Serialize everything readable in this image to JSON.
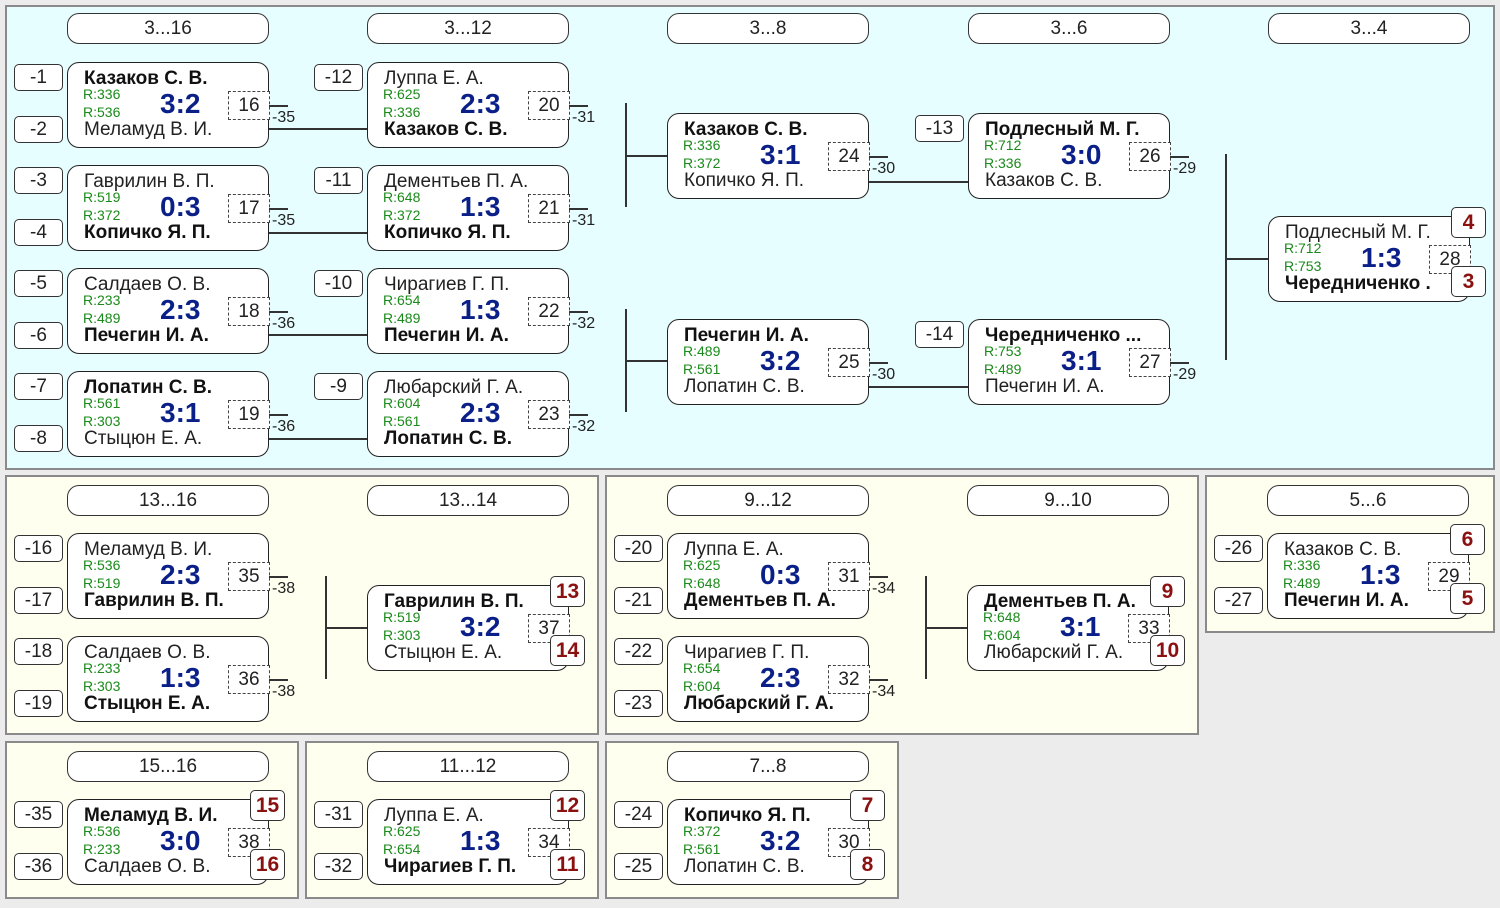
{
  "headers": [
    "3...16",
    "3...12",
    "3...8",
    "3...6",
    "3...4",
    "13...16",
    "13...14",
    "9...12",
    "9...10",
    "5...6",
    "15...16",
    "11...12",
    "7...8"
  ],
  "matches": [
    {
      "p1": "Казаков С. В.",
      "r1": "R:336",
      "p2": "Меламуд В. И.",
      "r2": "R:536",
      "score": "3:2",
      "num": "16",
      "winner": 1,
      "src1": "-1",
      "src2": "-2",
      "loser": "-35"
    },
    {
      "p1": "Гаврилин В. П.",
      "r1": "R:519",
      "p2": "Копичко Я. П.",
      "r2": "R:372",
      "score": "0:3",
      "num": "17",
      "winner": 2,
      "src1": "-3",
      "src2": "-4",
      "loser": "-35"
    },
    {
      "p1": "Салдаев О. В.",
      "r1": "R:233",
      "p2": "Печегин И. А.",
      "r2": "R:489",
      "score": "2:3",
      "num": "18",
      "winner": 2,
      "src1": "-5",
      "src2": "-6",
      "loser": "-36"
    },
    {
      "p1": "Лопатин С. В.",
      "r1": "R:561",
      "p2": "Стыцюн Е. А.",
      "r2": "R:303",
      "score": "3:1",
      "num": "19",
      "winner": 1,
      "src1": "-7",
      "src2": "-8",
      "loser": "-36"
    },
    {
      "p1": "Луппа Е. А.",
      "r1": "R:625",
      "p2": "Казаков С. В.",
      "r2": "R:336",
      "score": "2:3",
      "num": "20",
      "winner": 2,
      "src1": "-12",
      "loser": "-31"
    },
    {
      "p1": "Дементьев П. А.",
      "r1": "R:648",
      "p2": "Копичко Я. П.",
      "r2": "R:372",
      "score": "1:3",
      "num": "21",
      "winner": 2,
      "src1": "-11",
      "loser": "-31"
    },
    {
      "p1": "Чирагиев Г. П.",
      "r1": "R:654",
      "p2": "Печегин И. А.",
      "r2": "R:489",
      "score": "1:3",
      "num": "22",
      "winner": 2,
      "src1": "-10",
      "loser": "-32"
    },
    {
      "p1": "Любарский Г. А.",
      "r1": "R:604",
      "p2": "Лопатин С. В.",
      "r2": "R:561",
      "score": "2:3",
      "num": "23",
      "winner": 2,
      "src1": "-9",
      "loser": "-32"
    },
    {
      "p1": "Казаков С. В.",
      "r1": "R:336",
      "p2": "Копичко Я. П.",
      "r2": "R:372",
      "score": "3:1",
      "num": "24",
      "winner": 1,
      "loser": "-30"
    },
    {
      "p1": "Печегин И. А.",
      "r1": "R:489",
      "p2": "Лопатин С. В.",
      "r2": "R:561",
      "score": "3:2",
      "num": "25",
      "winner": 1,
      "loser": "-30"
    },
    {
      "p1": "Подлесный М. Г.",
      "r1": "R:712",
      "p2": "Казаков С. В.",
      "r2": "R:336",
      "score": "3:0",
      "num": "26",
      "winner": 1,
      "src1": "-13",
      "loser": "-29"
    },
    {
      "p1": "Чередниченко ...",
      "r1": "R:753",
      "p2": "Печегин И. А.",
      "r2": "R:489",
      "score": "3:1",
      "num": "27",
      "winner": 1,
      "src1": "-14",
      "loser": "-29"
    },
    {
      "p1": "Подлесный М. Г.",
      "r1": "R:712",
      "p2": "Чередниченко .",
      "r2": "R:753",
      "score": "1:3",
      "num": "28",
      "winner": 2,
      "place1": "4",
      "place2": "3"
    },
    {
      "p1": "Меламуд В. И.",
      "r1": "R:536",
      "p2": "Гаврилин В. П.",
      "r2": "R:519",
      "score": "2:3",
      "num": "35",
      "winner": 2,
      "src1": "-16",
      "src2": "-17",
      "loser": "-38"
    },
    {
      "p1": "Салдаев О. В.",
      "r1": "R:233",
      "p2": "Стыцюн Е. А.",
      "r2": "R:303",
      "score": "1:3",
      "num": "36",
      "winner": 2,
      "src1": "-18",
      "src2": "-19",
      "loser": "-38"
    },
    {
      "p1": "Гаврилин В. П.",
      "r1": "R:519",
      "p2": "Стыцюн Е. А.",
      "r2": "R:303",
      "score": "3:2",
      "num": "37",
      "winner": 1,
      "place1": "13",
      "place2": "14"
    },
    {
      "p1": "Луппа Е. А.",
      "r1": "R:625",
      "p2": "Дементьев П. А.",
      "r2": "R:648",
      "score": "0:3",
      "num": "31",
      "winner": 2,
      "src1": "-20",
      "src2": "-21",
      "loser": "-34"
    },
    {
      "p1": "Чирагиев Г. П.",
      "r1": "R:654",
      "p2": "Любарский Г. А.",
      "r2": "R:604",
      "score": "2:3",
      "num": "32",
      "winner": 2,
      "src1": "-22",
      "src2": "-23",
      "loser": "-34"
    },
    {
      "p1": "Дементьев П. А.",
      "r1": "R:648",
      "p2": "Любарский Г. А.",
      "r2": "R:604",
      "score": "3:1",
      "num": "33",
      "winner": 1,
      "place1": "9",
      "place2": "10"
    },
    {
      "p1": "Казаков С. В.",
      "r1": "R:336",
      "p2": "Печегин И. А.",
      "r2": "R:489",
      "score": "1:3",
      "num": "29",
      "winner": 2,
      "src1": "-26",
      "src2": "-27",
      "place1": "6",
      "place2": "5"
    },
    {
      "p1": "Меламуд В. И.",
      "r1": "R:536",
      "p2": "Салдаев О. В.",
      "r2": "R:233",
      "score": "3:0",
      "num": "38",
      "winner": 1,
      "src1": "-35",
      "src2": "-36",
      "place1": "15",
      "place2": "16"
    },
    {
      "p1": "Луппа Е. А.",
      "r1": "R:625",
      "p2": "Чирагиев Г. П.",
      "r2": "R:654",
      "score": "1:3",
      "num": "34",
      "winner": 2,
      "src1": "-31",
      "src2": "-32",
      "place1": "12",
      "place2": "11"
    },
    {
      "p1": "Копичко Я. П.",
      "r1": "R:372",
      "p2": "Лопатин С. В.",
      "r2": "R:561",
      "score": "3:2",
      "num": "30",
      "winner": 1,
      "src1": "-24",
      "src2": "-25",
      "place1": "7",
      "place2": "8"
    }
  ],
  "colors": {
    "top_panel": "#e6feff",
    "lower_panels": "#fffff0",
    "score": "#0a1f87",
    "rating": "#1a8a1a",
    "place": "#8b1010"
  }
}
